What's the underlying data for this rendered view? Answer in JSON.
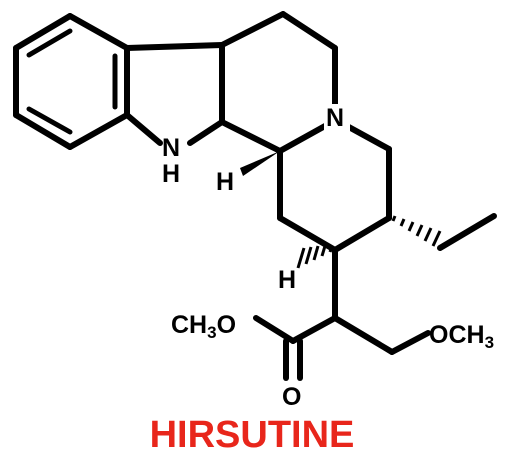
{
  "title": "HIRSUTINE",
  "title_color": "#e8261b",
  "bond_color": "#000000",
  "atom_labels": {
    "nh_n": "N",
    "nh_h": "H",
    "ring_n": "N",
    "h_upper": "H",
    "h_lower": "H",
    "ester_ch": "CH",
    "ester_sub": "3",
    "ester_o": "O",
    "carbonyl_o": "O",
    "ether_o": "OCH",
    "ether_sub": "3"
  }
}
